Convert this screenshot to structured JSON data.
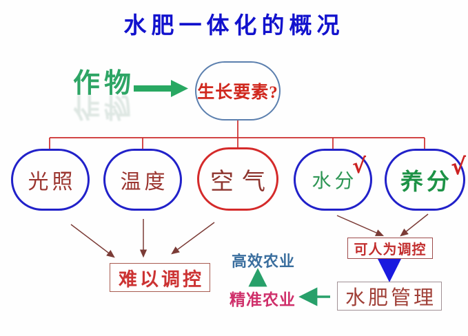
{
  "title": "水肥一体化的概况",
  "crop": {
    "label": "作物"
  },
  "growth": {
    "label": "生长要素?"
  },
  "factors": [
    {
      "label": "光照"
    },
    {
      "label": "温度"
    },
    {
      "label": "空气"
    },
    {
      "label": "水分",
      "check": "√"
    },
    {
      "label": "养分",
      "check": "√"
    }
  ],
  "boxes": {
    "hard": "难以调控",
    "controllable": "可人为调控",
    "management": "水肥管理"
  },
  "side": {
    "efficient": "高效农业",
    "precision": "精准农业"
  },
  "icons": {
    "crop_arrow": "right-block-arrow",
    "checkmark": "check-mark"
  },
  "colors": {
    "title_blue": "#1212cd",
    "ellipse_blue": "#2121c9",
    "ellipse_red": "#d42a2a",
    "growth_border": "#5b7fae",
    "factor_text_maroon": "#9b352f",
    "growth_text_red": "#d0281e",
    "water_green": "#2e9655",
    "nutrient_green": "#1d9246",
    "crop_green": "#2ea565",
    "arrow_green": "#28a06a",
    "arrow_maroon": "#7b3b36",
    "connector_red": "#cc2a2a",
    "arrow_blue": "#1a1adf",
    "efficient_blue": "#3a6e9e",
    "precision_magenta": "#cf2f6a",
    "hard_box_text": "#cc3333",
    "ctrl_box_text": "#c22e2e",
    "mgmt_box_text": "#a04038"
  }
}
